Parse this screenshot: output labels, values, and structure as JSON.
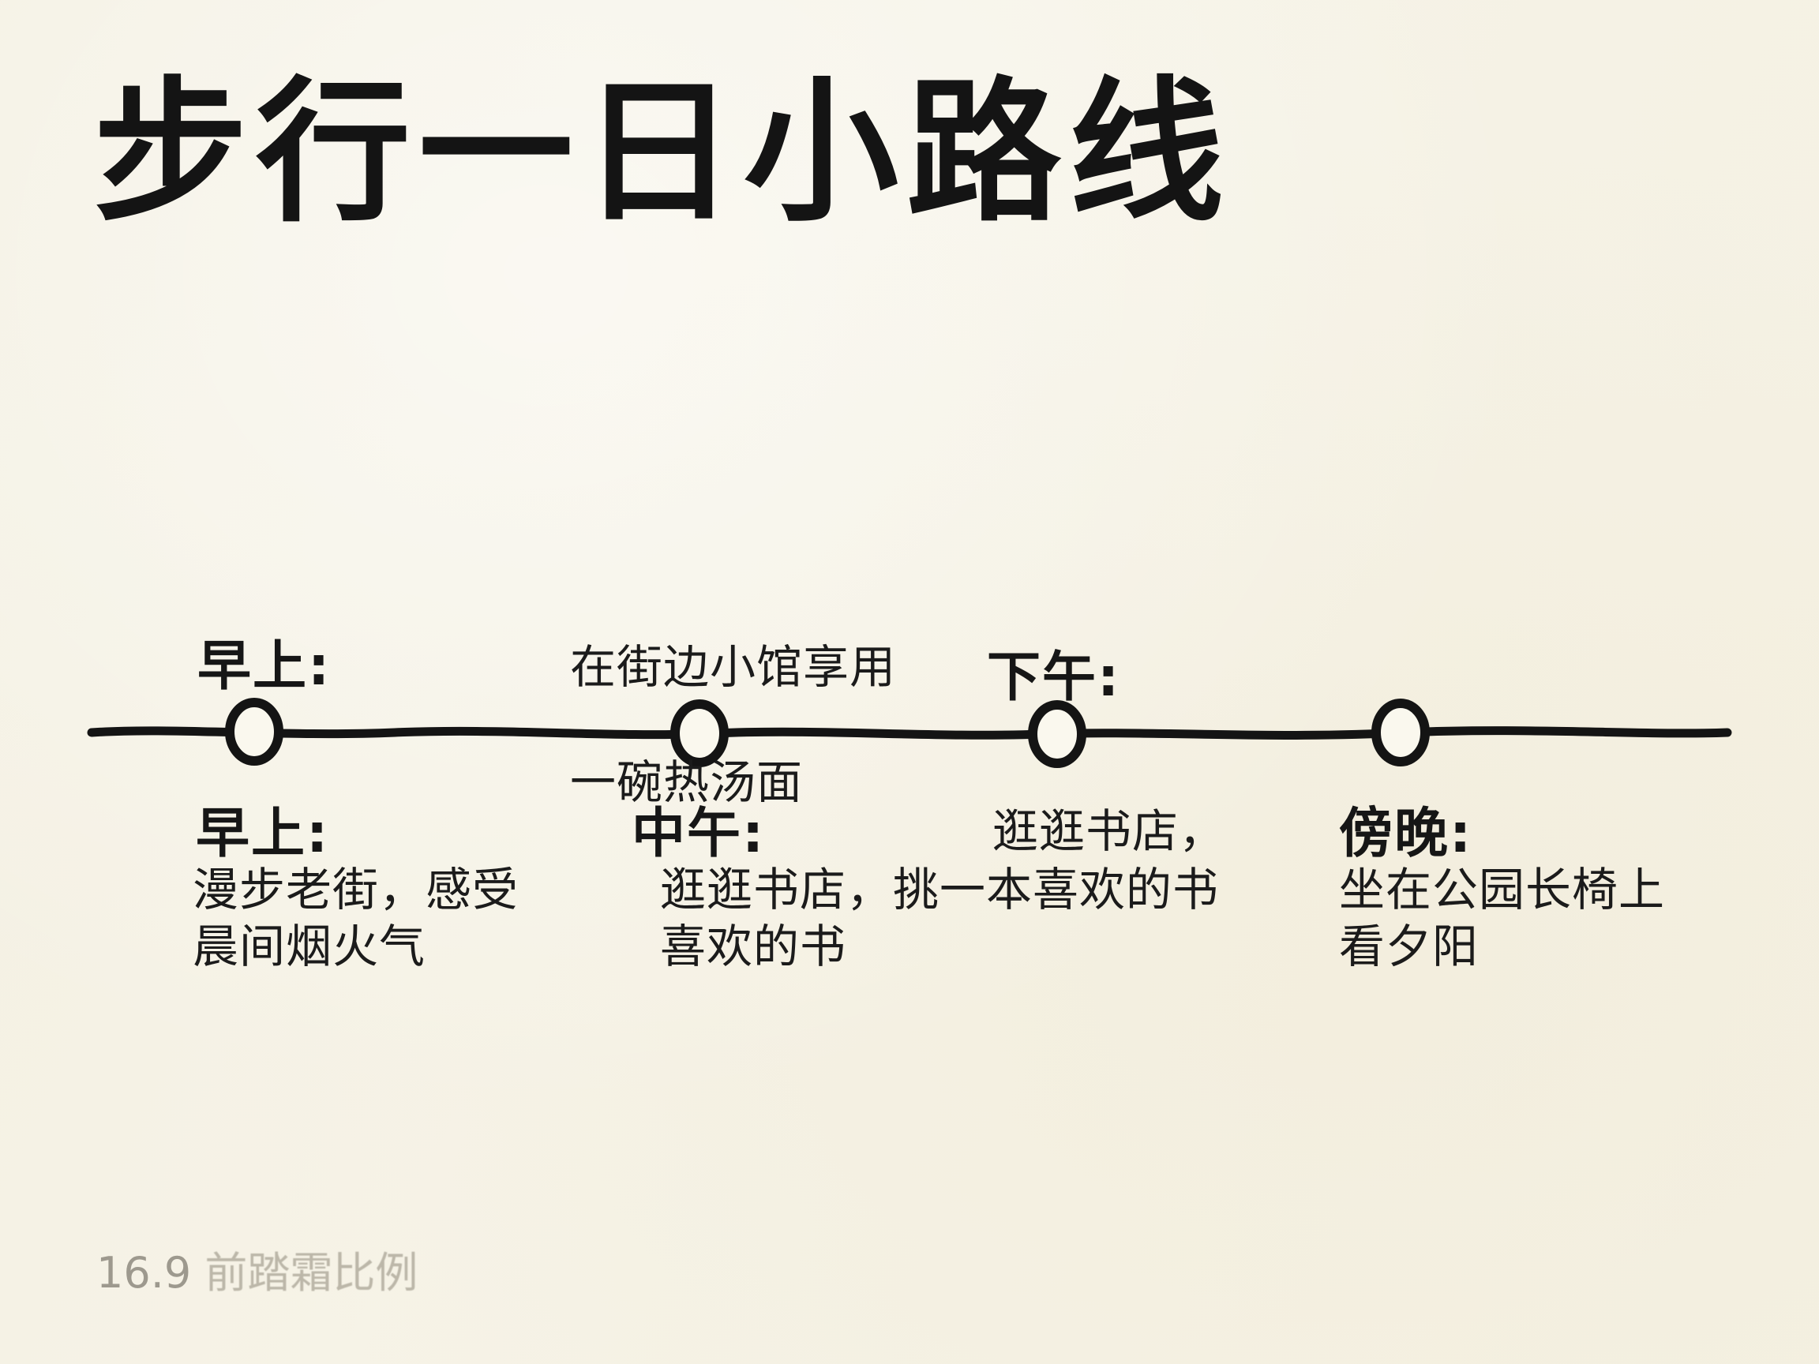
{
  "title": "步行一日小路线",
  "timeline": {
    "above": {
      "morning_label": "早上:",
      "noon_note_line1": "在街边小馆享用",
      "noon_note_line2": "一碗热汤面",
      "afternoon_label": "下午:"
    },
    "below": {
      "morning": {
        "label": "早上:",
        "line1": "漫步老街，感受",
        "line2": "晨间烟火气"
      },
      "noon": {
        "label": "中午:",
        "line1": "逛逛书店，挑一本喜欢的书",
        "line2": "喜欢的书"
      },
      "afternoon": {
        "line1": "逛逛书店，"
      },
      "evening": {
        "label": "傍晚:",
        "line1": "坐在公园长椅上",
        "line2": "看夕阳"
      }
    },
    "nodes": [
      "node-1-morning",
      "node-2-noon",
      "node-3-afternoon",
      "node-4-evening"
    ]
  },
  "footer": {
    "number": "16.9",
    "caption": "前踏霜比例"
  },
  "colors": {
    "background": "#f6f3e7",
    "ink": "#161616",
    "node_fill": "#faf8ee",
    "footer_gray": "#a39f93"
  }
}
